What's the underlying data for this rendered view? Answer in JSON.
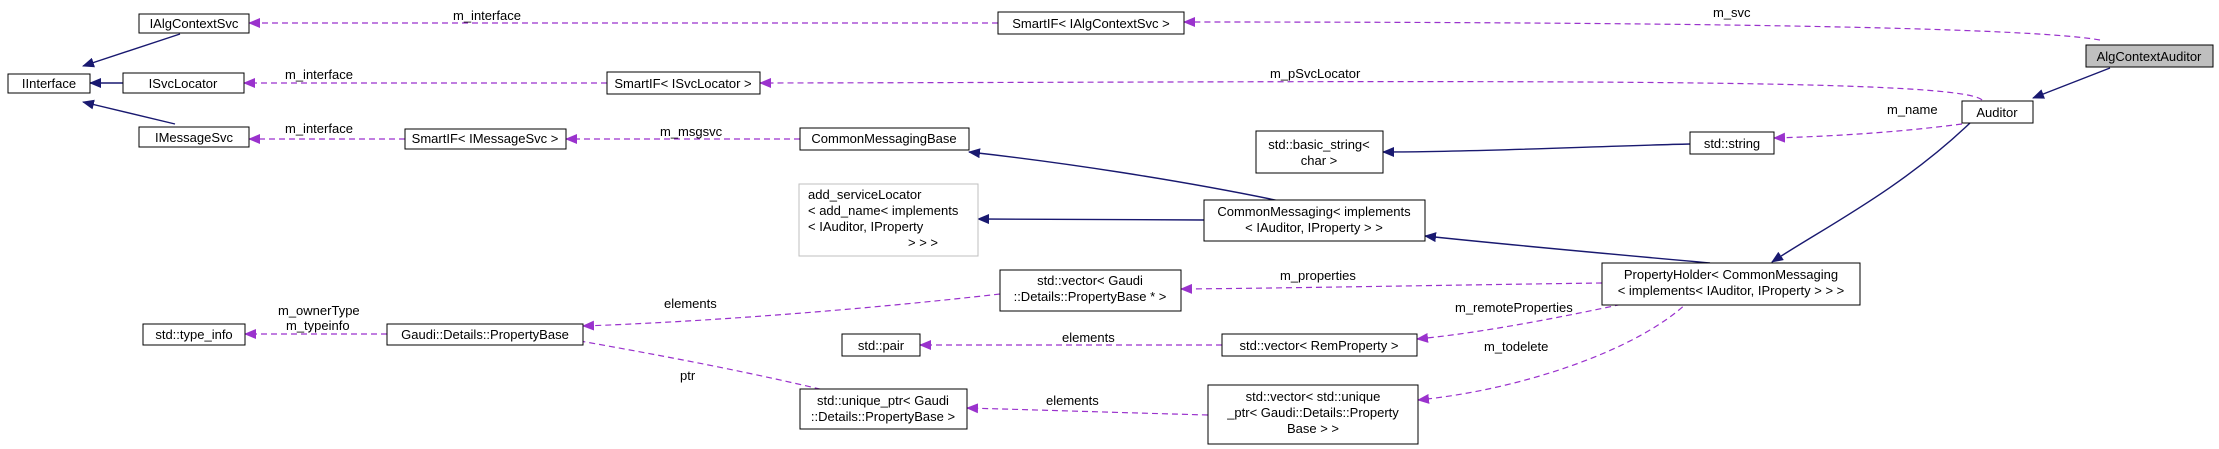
{
  "nodes": {
    "ialgcontextsvc": "IAlgContextSvc",
    "iinterface": "IInterface",
    "isvclocator": "ISvcLocator",
    "imessagesvc": "IMessageSvc",
    "smartif_ialgcontextsvc": "SmartIF< IAlgContextSvc >",
    "smartif_isvclocator": "SmartIF< ISvcLocator >",
    "smartif_imessagesvc": "SmartIF< IMessageSvc >",
    "commonmessagingbase": "CommonMessagingBase",
    "add_servicelocator": [
      "add_serviceLocator",
      "< add_name< implements",
      "< IAuditor, IProperty",
      "> > >"
    ],
    "std_basic_string": [
      "std::basic_string<",
      "char >"
    ],
    "std_string": "std::string",
    "commonmessaging": [
      "CommonMessaging< implements",
      "< IAuditor, IProperty > >"
    ],
    "algcontextauditor": "AlgContextAuditor",
    "auditor": "Auditor",
    "propertyholder": [
      "PropertyHolder< CommonMessaging",
      "< implements< IAuditor, IProperty > > >"
    ],
    "std_type_info": "std::type_info",
    "propertybase": "Gaudi::Details::PropertyBase",
    "vector_propertybase": [
      "std::vector< Gaudi",
      "::Details::PropertyBase * >"
    ],
    "std_pair": "std::pair",
    "vector_remproperty": "std::vector< RemProperty >",
    "unique_ptr_propertybase": [
      "std::unique_ptr< Gaudi",
      "::Details::PropertyBase >"
    ],
    "vector_unique_ptr": [
      "std::vector< std::unique",
      "_ptr< Gaudi::Details::Property",
      "Base > >"
    ]
  },
  "edge_labels": {
    "m_interface_1": "m_interface",
    "m_interface_2": "m_interface",
    "m_interface_3": "m_interface",
    "m_svc": "m_svc",
    "m_psvclocator": "m_pSvcLocator",
    "m_msgsvc": "m_msgsvc",
    "m_name": "m_name",
    "m_properties": "m_properties",
    "m_remoteproperties": "m_remoteProperties",
    "m_todelete": "m_todelete",
    "elements_1": "elements",
    "elements_2": "elements",
    "elements_3": "elements",
    "m_ownertype": "m_ownerType",
    "m_typeinfo": "m_typeinfo",
    "ptr": "ptr"
  },
  "colors": {
    "inheritance_edge": "#191970",
    "usage_edge": "#9a32cd",
    "focus_node_fill": "#bfbfbf",
    "undocumented_node_border": "#bfbfbf"
  }
}
